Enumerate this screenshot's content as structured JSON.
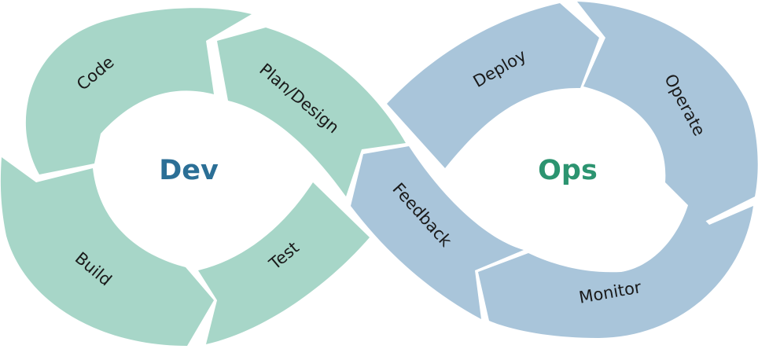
{
  "colors": {
    "dev_segment": "#a7d6c8",
    "ops_segment": "#a9c5da",
    "dev_title": "#2b6f96",
    "ops_title": "#2c9470"
  },
  "dev": {
    "title": "Dev",
    "stages": {
      "plan": "Plan/Design",
      "code": "Code",
      "build": "Build",
      "test": "Test"
    }
  },
  "ops": {
    "title": "Ops",
    "stages": {
      "deploy": "Deploy",
      "operate": "Operate",
      "monitor": "Monitor",
      "feedback": "Feedback"
    }
  }
}
